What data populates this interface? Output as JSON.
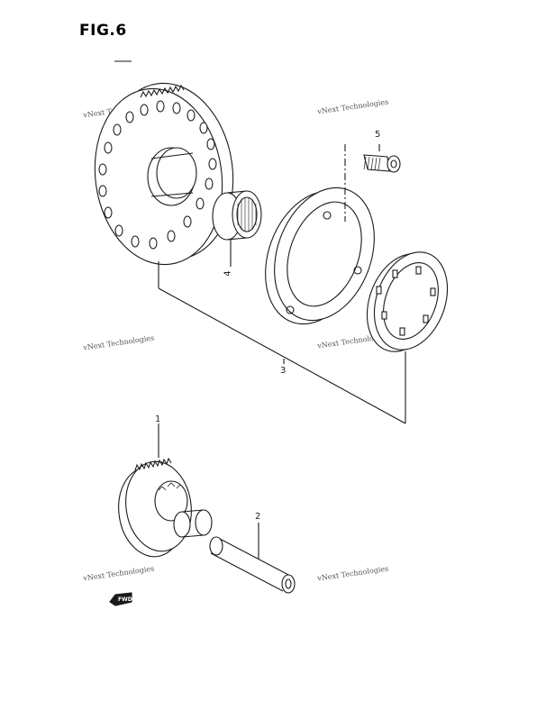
{
  "figure": {
    "title": "FIG.6"
  },
  "callouts": {
    "c1": "1",
    "c2": "2",
    "c3": "3",
    "c4": "4",
    "c5": "5"
  },
  "watermark": {
    "text": "vNext Technologies"
  },
  "fwd_badge": {
    "label": "FWD"
  },
  "colors": {
    "line": "#1a1a1a",
    "accent": "#e23b2c"
  }
}
